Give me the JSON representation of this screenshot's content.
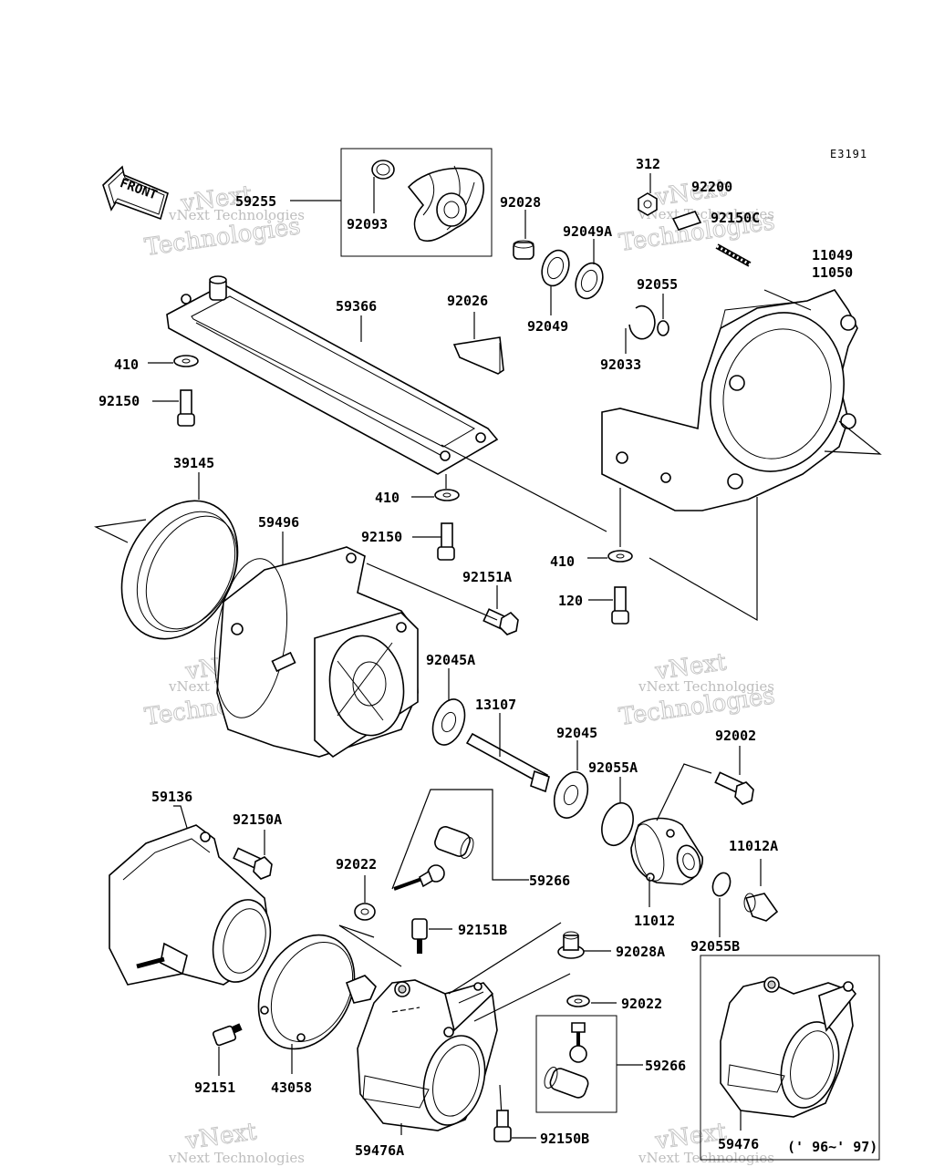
{
  "diagram_code": "E3191",
  "front_label": "FRONT",
  "watermark": {
    "line1": "vNext Technologies",
    "line2": "vNext",
    "line3": "Technologies"
  },
  "labels": {
    "p59255": "59255",
    "p92093": "92093",
    "p92028": "92028",
    "p312": "312",
    "p92200": "92200",
    "p92150C": "92150C",
    "p11049": "11049",
    "p11050": "11050",
    "p92049A": "92049A",
    "p92026": "92026",
    "p92055": "92055",
    "p59366": "59366",
    "p410a": "410",
    "p92049": "92049",
    "p92033": "92033",
    "p92150a": "92150",
    "p39145": "39145",
    "p59496": "59496",
    "p410b": "410",
    "p92150b": "92150",
    "p92151A": "92151A",
    "p410c": "410",
    "p120": "120",
    "p92045A": "92045A",
    "p13107": "13107",
    "p92045": "92045",
    "p92002": "92002",
    "p92055A": "92055A",
    "p59136": "59136",
    "p92150A": "92150A",
    "p11012A": "11012A",
    "p92022a": "92022",
    "p59266a": "59266",
    "p11012": "11012",
    "p92151B": "92151B",
    "p92055B": "92055B",
    "p92028A": "92028A",
    "p92022b": "92022",
    "p59266b": "59266",
    "p92151": "92151",
    "p43058": "43058",
    "p59476A": "59476A",
    "p92150B": "92150B",
    "p59476": "59476",
    "p_years": "(' 96~' 97)"
  }
}
